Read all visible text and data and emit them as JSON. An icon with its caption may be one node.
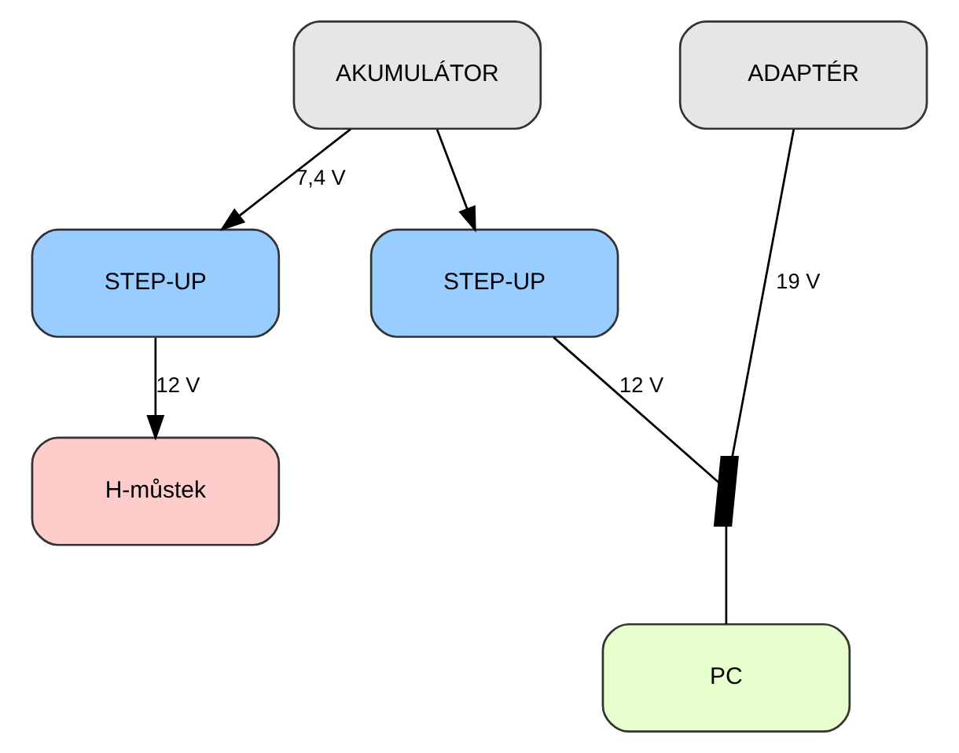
{
  "diagram": {
    "nodes": [
      {
        "text": [
          "AKUMULÁTOR"
        ]
      },
      {
        "text": [
          "ADAPTÉR"
        ]
      },
      {
        "text": [
          "STEP-UP"
        ]
      },
      {
        "text": [
          "STEP-UP"
        ]
      },
      {
        "text": [
          "H-můstek"
        ]
      },
      {
        "text": [],
        "shape": "switch"
      },
      {
        "text": [
          "PC"
        ]
      }
    ],
    "edges": [
      {
        "from": 0,
        "to": 2,
        "arrow": "to",
        "label": "7,4 V"
      },
      {
        "from": 0,
        "to": 3,
        "arrow": "to"
      },
      {
        "from": 2,
        "to": 4,
        "arrow": "to",
        "label": "12 V"
      },
      {
        "from": 3,
        "to": 5,
        "arrow": "none",
        "label": "12 V"
      },
      {
        "from": 1,
        "to": 5,
        "arrow": "none",
        "label": "19 V"
      },
      {
        "from": 5,
        "to": 6,
        "arrow": "none"
      }
    ]
  }
}
